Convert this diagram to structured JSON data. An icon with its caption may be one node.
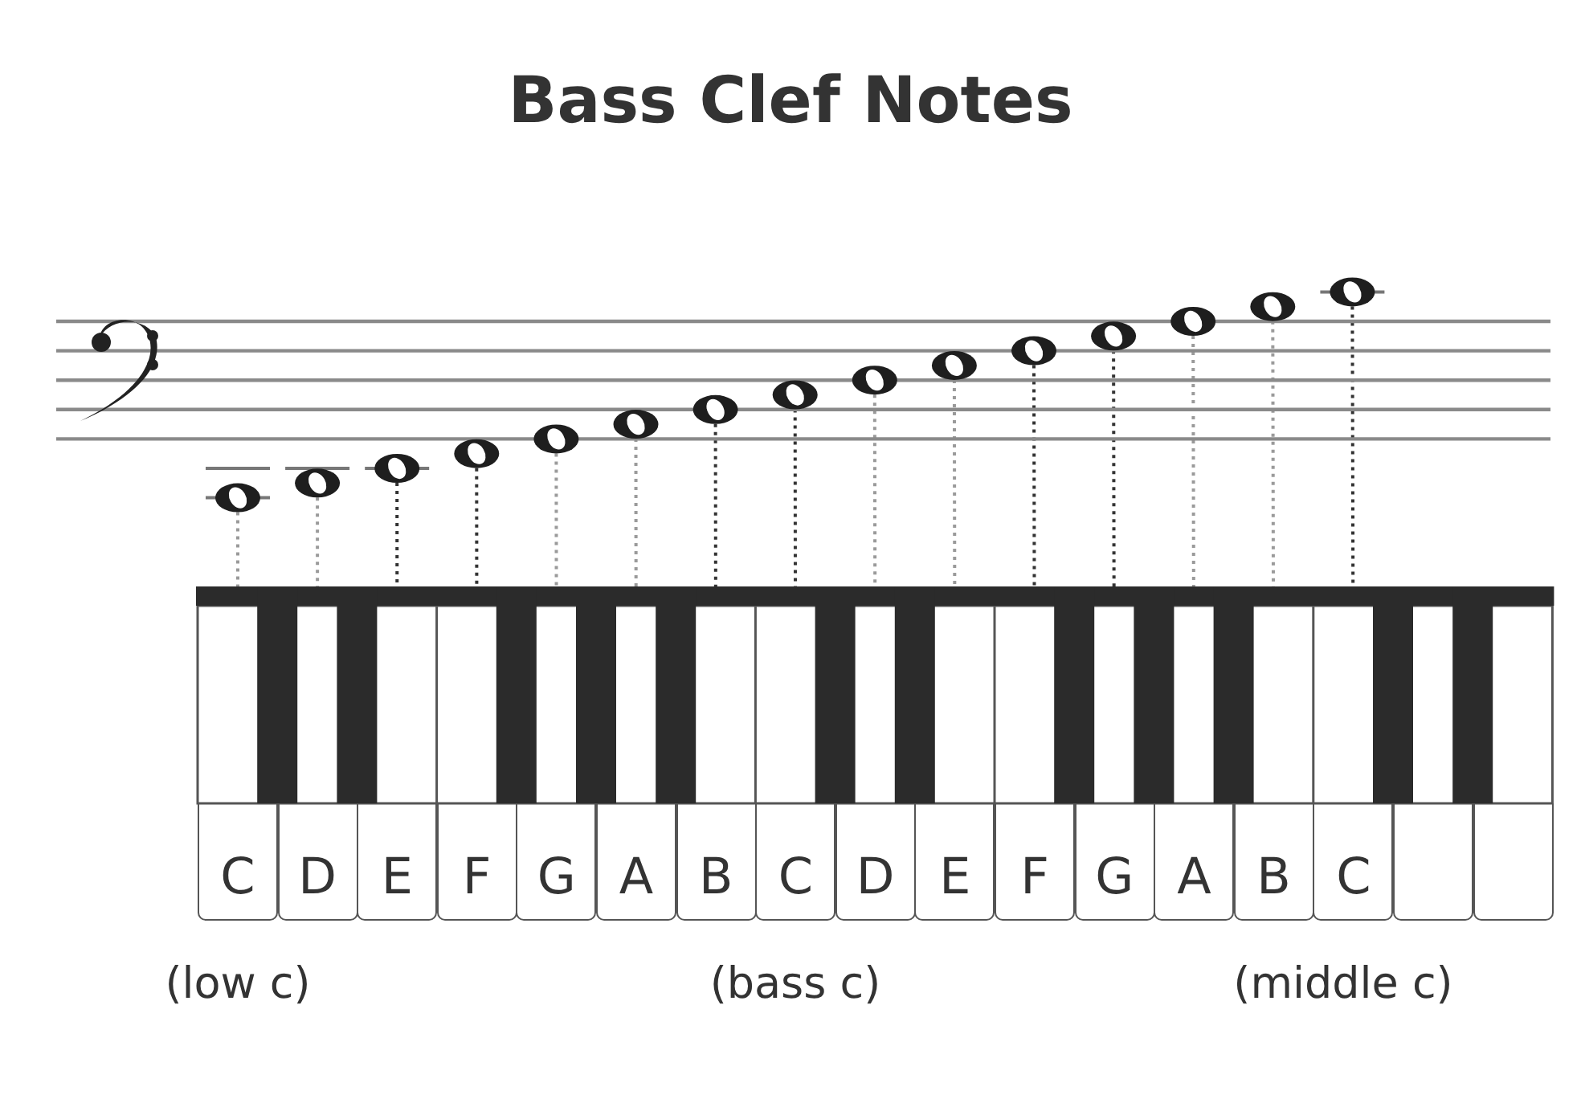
{
  "diagram": {
    "title": "Bass Clef Notes",
    "nodes": [
      {
        "text": [],
        "shape": "circle"
      },
      {
        "text": [],
        "shape": "circle"
      },
      {
        "text": [],
        "shape": "circle"
      },
      {
        "text": [],
        "shape": "circle"
      },
      {
        "text": [],
        "shape": "circle"
      },
      {
        "text": [],
        "shape": "circle"
      },
      {
        "text": [],
        "shape": "circle"
      },
      {
        "text": [],
        "shape": "circle"
      },
      {
        "text": [],
        "shape": "circle"
      },
      {
        "text": [],
        "shape": "circle"
      },
      {
        "text": [],
        "shape": "circle"
      },
      {
        "text": [],
        "shape": "circle"
      },
      {
        "text": [],
        "shape": "circle"
      },
      {
        "text": [],
        "shape": "circle"
      },
      {
        "text": [],
        "shape": "circle"
      },
      {
        "text": [
          "C"
        ]
      },
      {
        "text": [
          "D"
        ]
      },
      {
        "text": [
          "E"
        ]
      },
      {
        "text": [
          "F"
        ]
      },
      {
        "text": [
          "G"
        ]
      },
      {
        "text": [
          "A"
        ]
      },
      {
        "text": [
          "B"
        ]
      },
      {
        "text": [
          "C"
        ]
      },
      {
        "text": [
          "D"
        ]
      },
      {
        "text": [
          "E"
        ]
      },
      {
        "text": [
          "F"
        ]
      },
      {
        "text": [
          "G"
        ]
      },
      {
        "text": [
          "A"
        ]
      },
      {
        "text": [
          "B"
        ]
      },
      {
        "text": [
          "C"
        ]
      },
      {
        "text": [],
        "shape": "box"
      },
      {
        "text": [],
        "shape": "box"
      }
    ],
    "edges": [
      {
        "from": 0,
        "to": 15,
        "arrow": "none",
        "style": "dashed"
      },
      {
        "from": 1,
        "to": 16,
        "arrow": "none",
        "style": "dashed"
      },
      {
        "from": 2,
        "to": 17,
        "arrow": "none",
        "style": "dashed",
        "color": "#333333"
      },
      {
        "from": 3,
        "to": 18,
        "arrow": "none",
        "style": "dashed",
        "color": "#333333"
      },
      {
        "from": 4,
        "to": 19,
        "arrow": "none",
        "style": "dashed"
      },
      {
        "from": 5,
        "to": 20,
        "arrow": "none",
        "style": "dashed"
      },
      {
        "from": 6,
        "to": 21,
        "arrow": "none",
        "style": "dashed",
        "color": "#333333"
      },
      {
        "from": 7,
        "to": 22,
        "arrow": "none",
        "style": "dashed",
        "color": "#333333"
      },
      {
        "from": 8,
        "to": 23,
        "arrow": "none",
        "style": "dashed"
      },
      {
        "from": 9,
        "to": 24,
        "arrow": "none",
        "style": "dashed"
      },
      {
        "from": 10,
        "to": 25,
        "arrow": "none",
        "style": "dashed",
        "color": "#333333"
      },
      {
        "from": 11,
        "to": 26,
        "arrow": "none",
        "style": "dashed",
        "color": "#333333"
      },
      {
        "from": 12,
        "to": 27,
        "arrow": "none",
        "style": "dashed"
      },
      {
        "from": 13,
        "to": 28,
        "arrow": "none",
        "style": "dashed"
      },
      {
        "from": 14,
        "to": 29,
        "arrow": "none",
        "style": "dashed",
        "color": "#333333"
      }
    ],
    "labels": [
      "(low c)",
      "(bass c)",
      "(middle c)"
    ]
  }
}
